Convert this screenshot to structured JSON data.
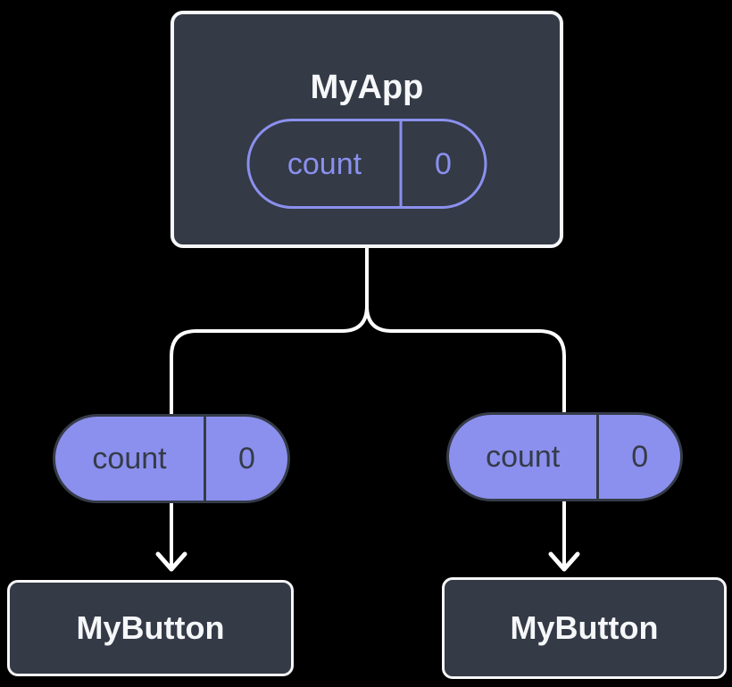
{
  "colors": {
    "bg": "#000000",
    "card_bg": "#343a46",
    "card_border": "#f6f7f9",
    "purple": "#8b90ee",
    "dark_on_purple": "#353b48",
    "white_text": "#f6f7f9",
    "line": "#ffffff"
  },
  "tree": {
    "root": {
      "title": "MyApp",
      "state": {
        "name": "count",
        "value": "0"
      }
    },
    "children": [
      {
        "title": "MyButton",
        "prop": {
          "name": "count",
          "value": "0"
        }
      },
      {
        "title": "MyButton",
        "prop": {
          "name": "count",
          "value": "0"
        }
      }
    ]
  }
}
